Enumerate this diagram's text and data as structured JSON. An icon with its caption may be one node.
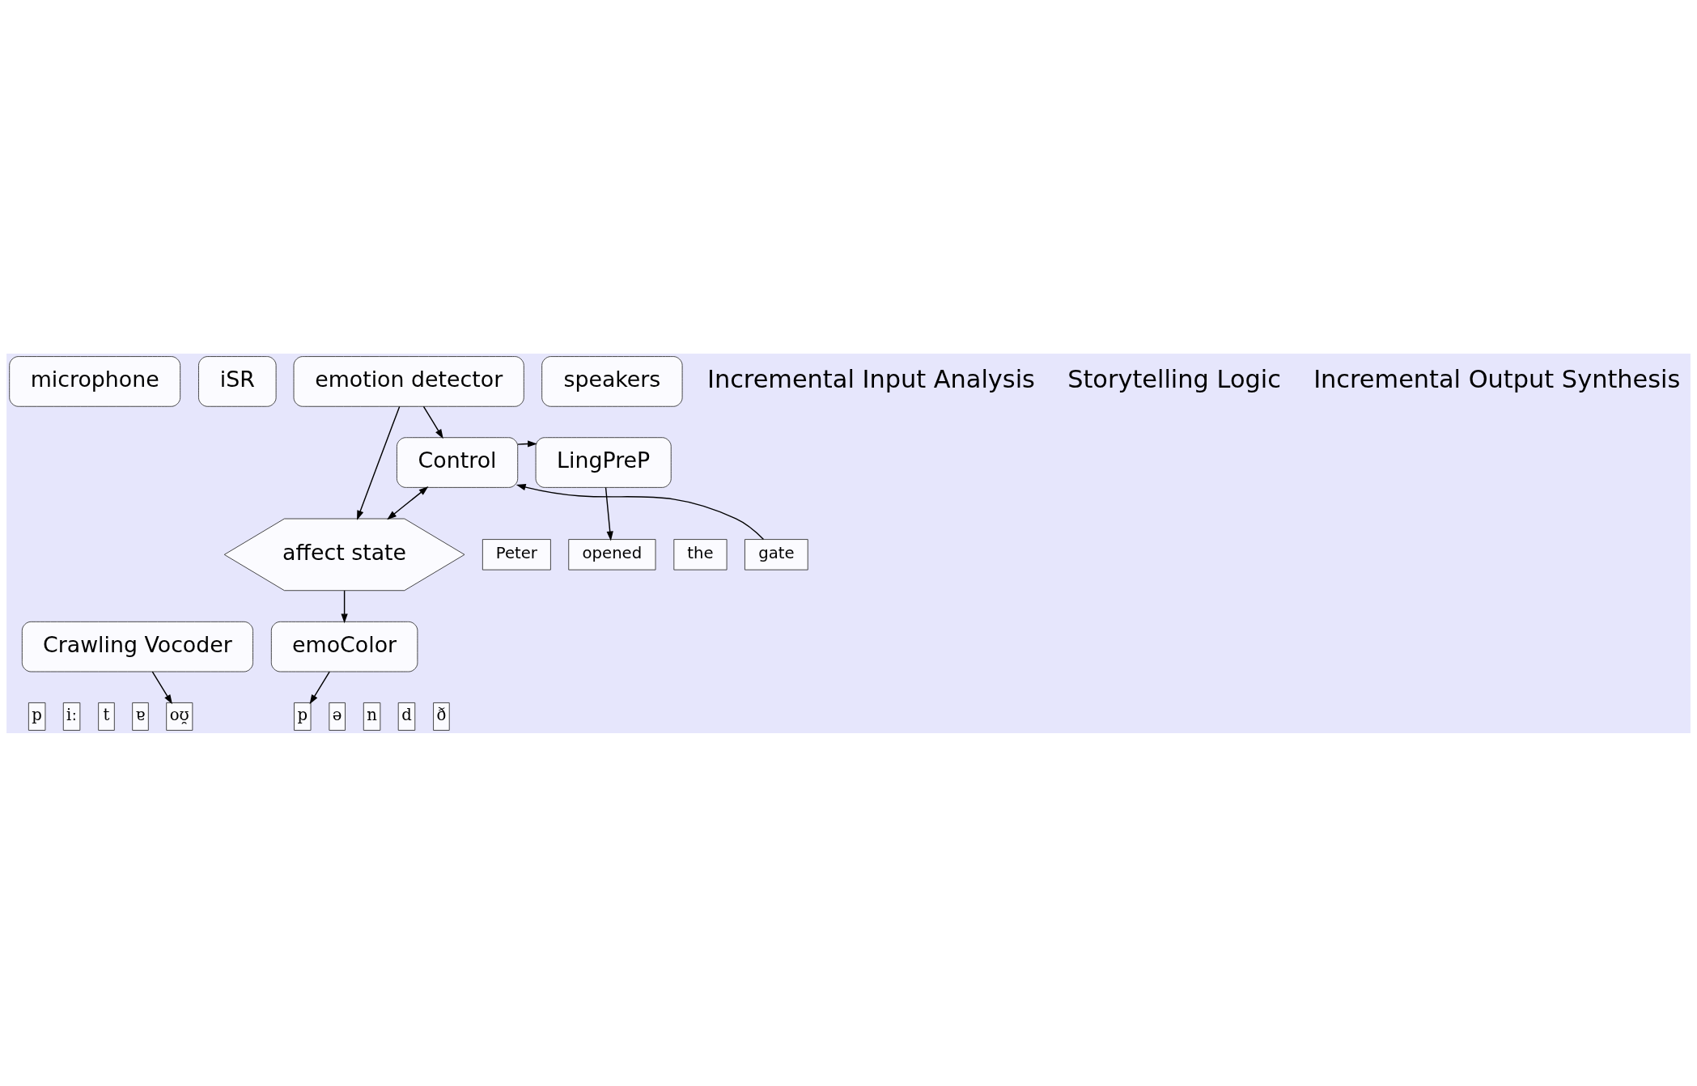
{
  "diagram": {
    "nodes": [
      {
        "text": [
          "emotion detector"
        ]
      },
      {
        "text": [
          "iSR"
        ]
      },
      {
        "text": [
          "microphone"
        ]
      },
      {
        "text": [
          "Control"
        ]
      },
      {
        "text": [
          "affect state"
        ]
      },
      {
        "text": [
          "emoColor"
        ]
      },
      {
        "text": [
          "LingPreP"
        ]
      },
      {
        "text": [
          "Peter"
        ]
      },
      {
        "text": [
          "opened"
        ]
      },
      {
        "text": [
          "the"
        ]
      },
      {
        "text": [
          "gate"
        ]
      },
      {
        "text": [
          "p"
        ]
      },
      {
        "text": [
          "iː"
        ]
      },
      {
        "text": [
          "t"
        ]
      },
      {
        "text": [
          "ɐ"
        ]
      },
      {
        "text": [
          "oʊ̯"
        ]
      },
      {
        "text": [
          "p"
        ]
      },
      {
        "text": [
          "ə"
        ]
      },
      {
        "text": [
          "n"
        ]
      },
      {
        "text": [
          "d"
        ]
      },
      {
        "text": [
          "ð"
        ]
      },
      {
        "text": [
          "Crawling Vocoder"
        ]
      },
      {
        "text": [
          "speakers"
        ]
      }
    ],
    "edges": [
      {
        "from": 0,
        "to": 3,
        "arrow": "to"
      },
      {
        "from": 0,
        "to": 4,
        "arrow": "to"
      },
      {
        "from": 3,
        "to": 4,
        "arrow": "both"
      },
      {
        "from": 4,
        "to": 5,
        "arrow": "to"
      },
      {
        "from": 3,
        "to": 6,
        "arrow": "to"
      },
      {
        "from": 6,
        "to": 8,
        "arrow": "to"
      },
      {
        "from": 10,
        "to": 3,
        "arrow": "to"
      },
      {
        "from": 5,
        "to": 16,
        "arrow": "to"
      },
      {
        "from": 21,
        "to": 15,
        "arrow": "to"
      }
    ],
    "labels": [
      "Incremental Input Analysis",
      "Storytelling Logic",
      "Incremental Output Synthesis"
    ]
  }
}
